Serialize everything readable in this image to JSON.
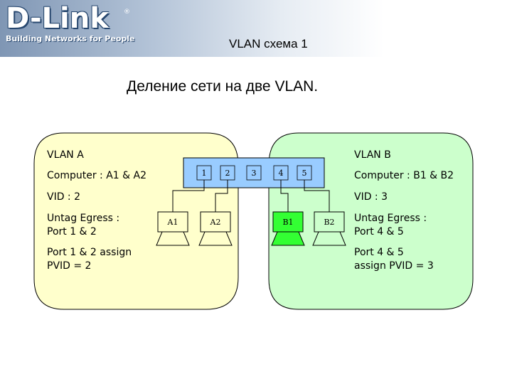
{
  "logo": {
    "brand": "D-Link",
    "registered": "®",
    "tagline": "Building Networks for People"
  },
  "slide_title": "VLAN схема 1",
  "subtitle": "Деление сети на две VLAN.",
  "colors": {
    "vlan_a_fill": "#ffffcc",
    "vlan_b_fill": "#ccffcc",
    "switch_fill": "#99ccff",
    "vlan_a_computer": "#ffffcc",
    "vlan_b_computer": "#33ff33"
  },
  "vlan_a": {
    "name": "VLAN A",
    "computers": "Computer : A1 & A2",
    "vid": "VID : 2",
    "untag_1": "Untag Egress :",
    "untag_2": "Port 1 & 2",
    "pvid_1": "Port 1 & 2 assign",
    "pvid_2": "PVID = 2"
  },
  "vlan_b": {
    "name": "VLAN B",
    "computers": "Computer : B1 & B2",
    "vid": "VID : 3",
    "untag_1": "Untag Egress :",
    "untag_2": "Port 4 & 5",
    "pvid_1": "Port 4 & 5",
    "pvid_2": "assign PVID = 3"
  },
  "switch_ports": [
    "1",
    "2",
    "3",
    "4",
    "5"
  ],
  "computers": [
    {
      "label": "A1",
      "vlan": "A"
    },
    {
      "label": "A2",
      "vlan": "A"
    },
    {
      "label": "B1",
      "vlan": "B"
    },
    {
      "label": "B2",
      "vlan": "B"
    }
  ]
}
